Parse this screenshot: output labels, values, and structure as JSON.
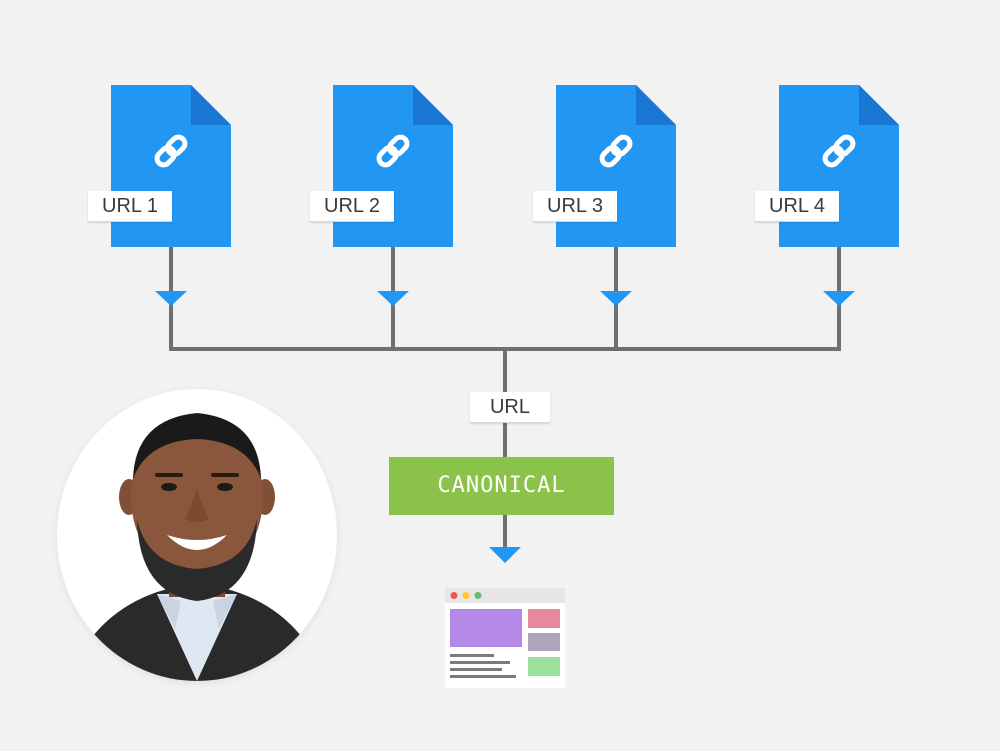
{
  "documents": [
    {
      "label": "URL 1",
      "icon": "link-icon"
    },
    {
      "label": "URL 2",
      "icon": "link-icon"
    },
    {
      "label": "URL 3",
      "icon": "link-icon"
    },
    {
      "label": "URL 4",
      "icon": "link-icon"
    }
  ],
  "merge": {
    "label": "URL"
  },
  "canonical": {
    "label": "CANONICAL"
  },
  "colors": {
    "document_blue": "#2196f3",
    "document_fold": "#1976d2",
    "connector_gray": "#6f6f6f",
    "arrow_blue": "#2196f3",
    "canonical_green": "#8bc34a"
  },
  "icons": {
    "document": "document-icon",
    "link": "link-icon",
    "browser": "browser-window-icon",
    "avatar": "presenter-avatar"
  }
}
